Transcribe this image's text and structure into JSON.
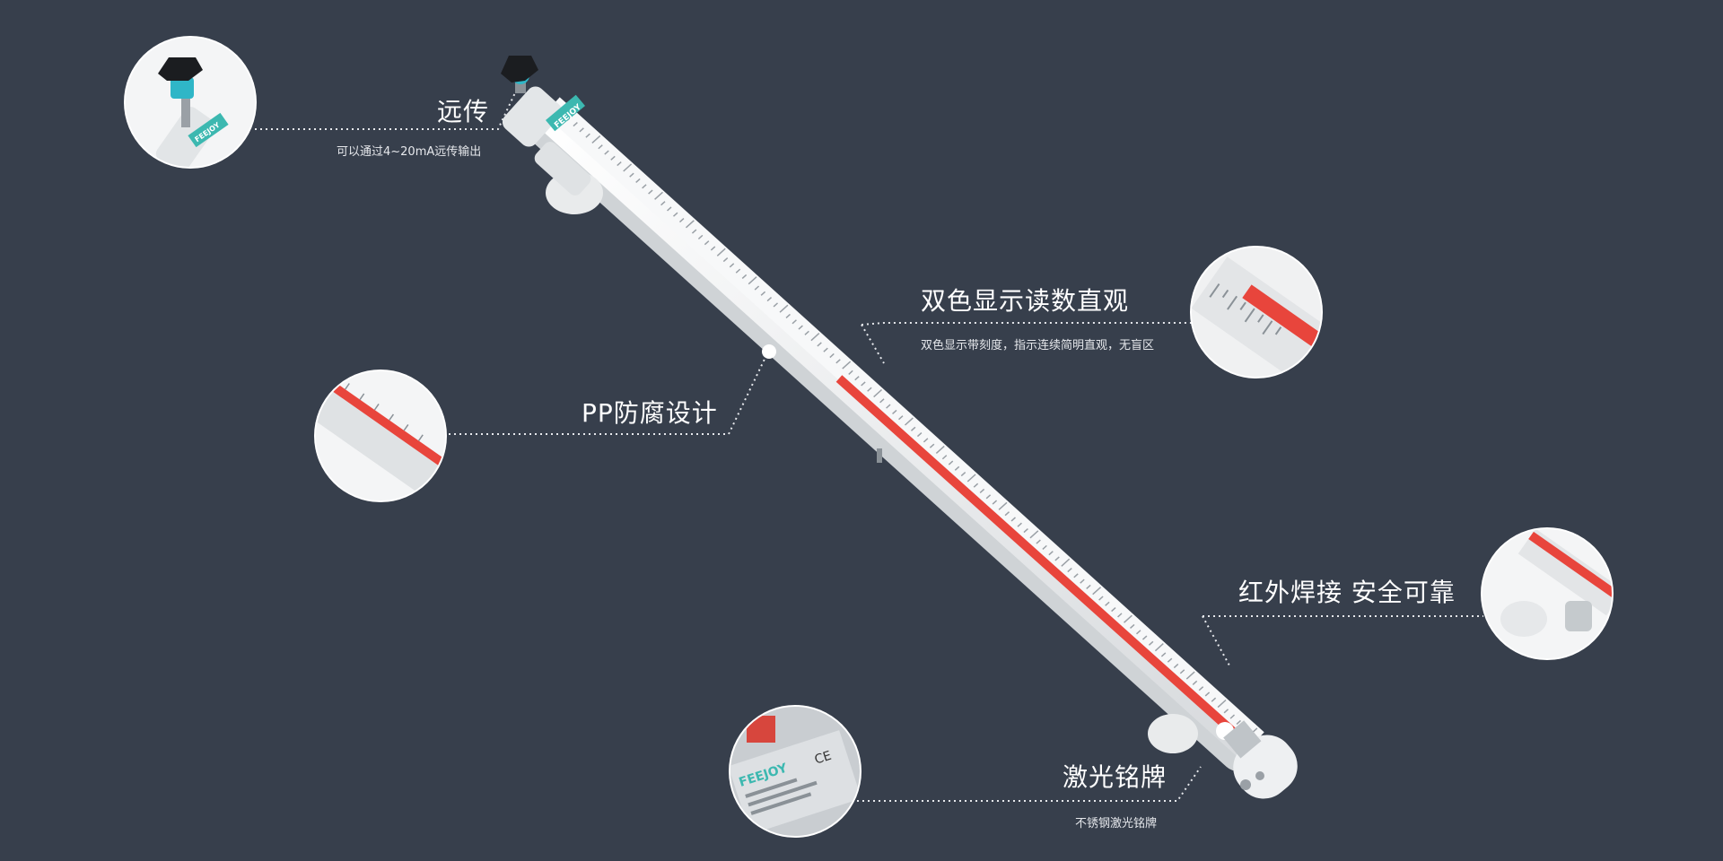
{
  "features": [
    {
      "id": "remote",
      "title": "远传",
      "subtitle": "可以通过4~20mA远传输出"
    },
    {
      "id": "dual-color",
      "title": "双色显示读数直观",
      "subtitle": "双色显示带刻度，指示连续简明直观，无盲区"
    },
    {
      "id": "pp",
      "title": "PP防腐设计",
      "subtitle": ""
    },
    {
      "id": "weld",
      "title": "红外焊接 安全可靠",
      "subtitle": ""
    },
    {
      "id": "nameplate",
      "title": "激光铭牌",
      "subtitle": "不锈钢激光铭牌"
    }
  ],
  "brand": {
    "logo": "FEEJOY"
  },
  "colors": {
    "background": "#373f4c",
    "indicator_red": "#e8453c",
    "tube": "#eef0f2",
    "leader": "#e6e8ec"
  },
  "icons": [
    "black-knob-icon",
    "ce-mark-icon"
  ]
}
